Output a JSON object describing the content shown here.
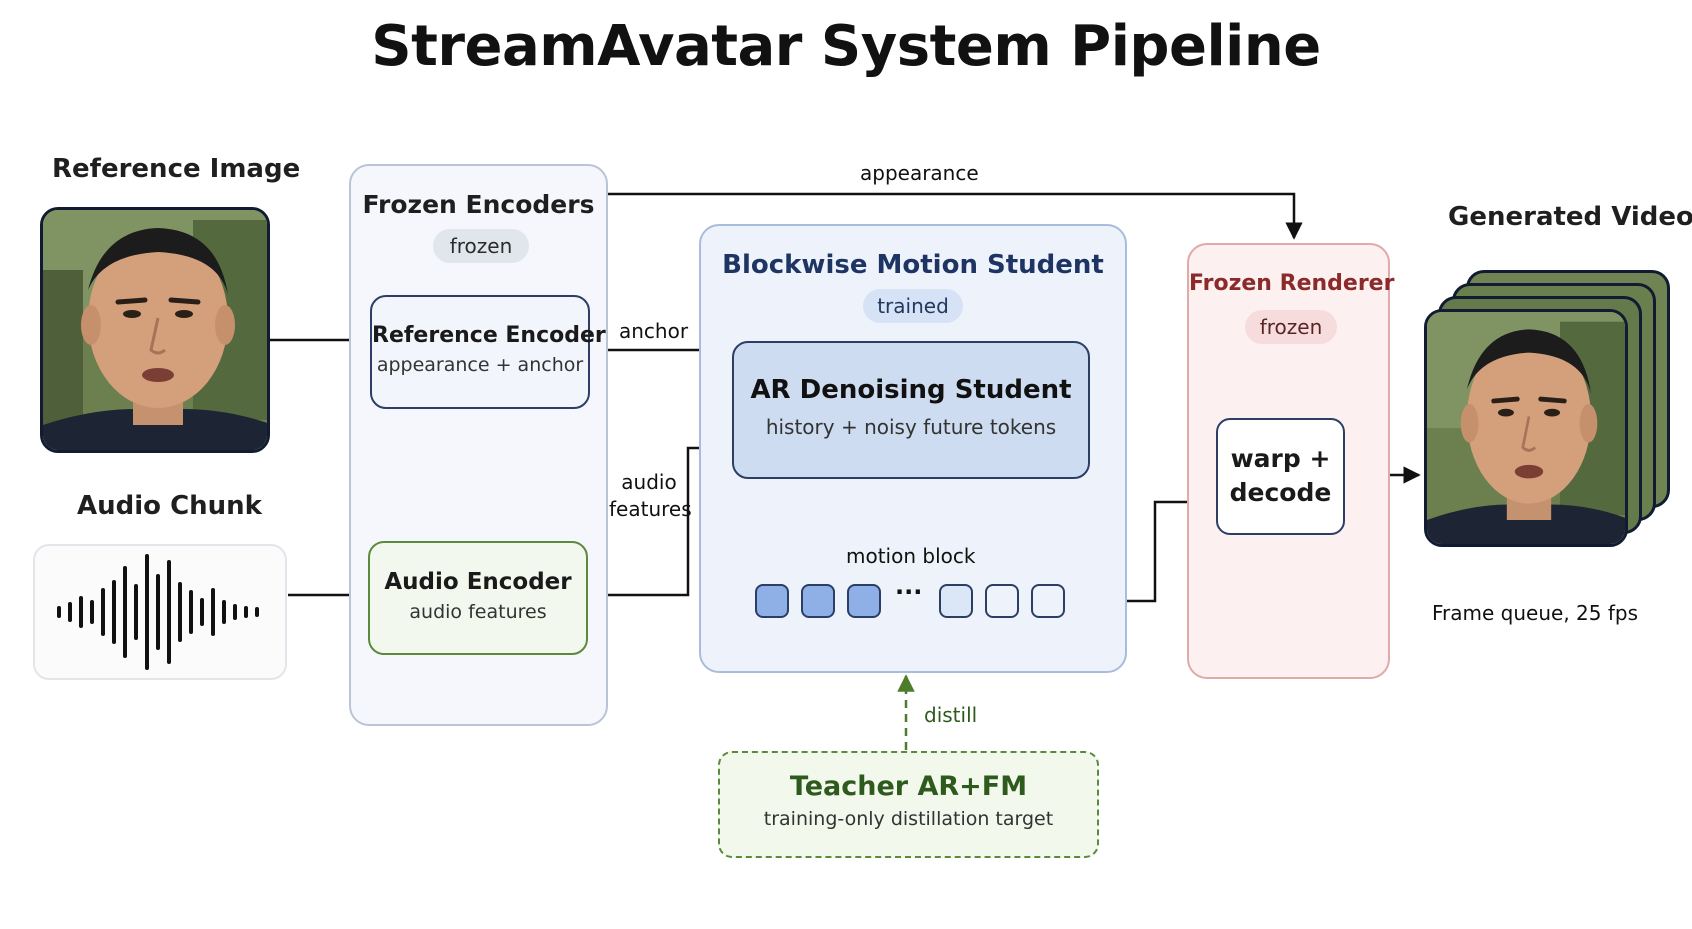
{
  "title": "StreamAvatar System Pipeline",
  "inputs": {
    "reference_image_label": "Reference Image",
    "audio_chunk_label": "Audio Chunk"
  },
  "frozen_encoders": {
    "title": "Frozen Encoders",
    "badge": "frozen",
    "reference_encoder": {
      "title": "Reference Encoder",
      "subtitle": "appearance + anchor"
    },
    "audio_encoder": {
      "title": "Audio Encoder",
      "subtitle": "audio features"
    }
  },
  "motion_student": {
    "title": "Blockwise Motion Student",
    "badge": "trained",
    "ar_student": {
      "title": "AR Denoising Student",
      "subtitle": "history + noisy future tokens"
    },
    "motion_block_label": "motion block",
    "ellipsis": "···"
  },
  "renderer": {
    "title": "Frozen Renderer",
    "badge": "frozen",
    "warp_decode_line1": "warp +",
    "warp_decode_line2": "decode"
  },
  "output": {
    "label": "Generated Video",
    "caption": "Frame queue, 25 fps"
  },
  "teacher": {
    "title": "Teacher AR+FM",
    "subtitle": "training-only distillation target"
  },
  "edges": {
    "appearance": "appearance",
    "anchor": "anchor",
    "audio_features_line1": "audio",
    "audio_features_line2": "features",
    "distill": "distill"
  },
  "colors": {
    "frozen_panel_bg": "#f5f7fc",
    "student_panel_bg": "#eef3fb",
    "student_title": "#1e3564",
    "renderer_panel_bg": "#fdf0f0",
    "renderer_title": "#8a2a2a",
    "audio_encoder_border": "#5b8a3c",
    "teacher_title": "#2f5a1e",
    "distill_arrow": "#4d7d2a",
    "token_filled": "#8fb0e6",
    "token_light": "#dbe6f7"
  }
}
